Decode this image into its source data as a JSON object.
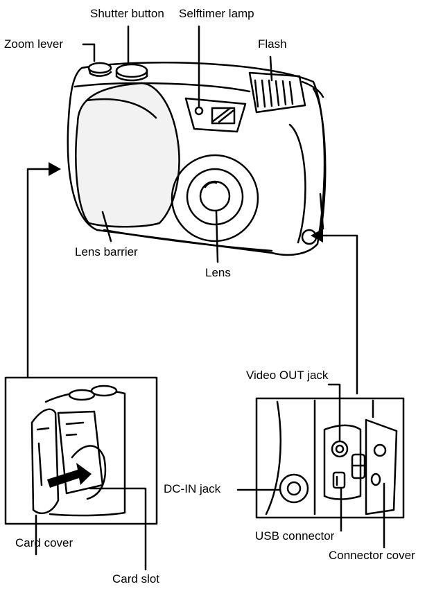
{
  "labels": {
    "shutter_button": "Shutter button",
    "selftimer_lamp": "Selftimer lamp",
    "zoom_lever": "Zoom lever",
    "flash": "Flash",
    "lens_barrier": "Lens barrier",
    "lens": "Lens",
    "video_out_jack": "Video OUT jack",
    "dc_in_jack": "DC-IN jack",
    "usb_connector": "USB connector",
    "connector_cover": "Connector cover",
    "card_cover": "Card cover",
    "card_slot": "Card slot"
  },
  "colors": {
    "line": "#000000",
    "background": "#ffffff",
    "shade": "#e6e6e6"
  }
}
